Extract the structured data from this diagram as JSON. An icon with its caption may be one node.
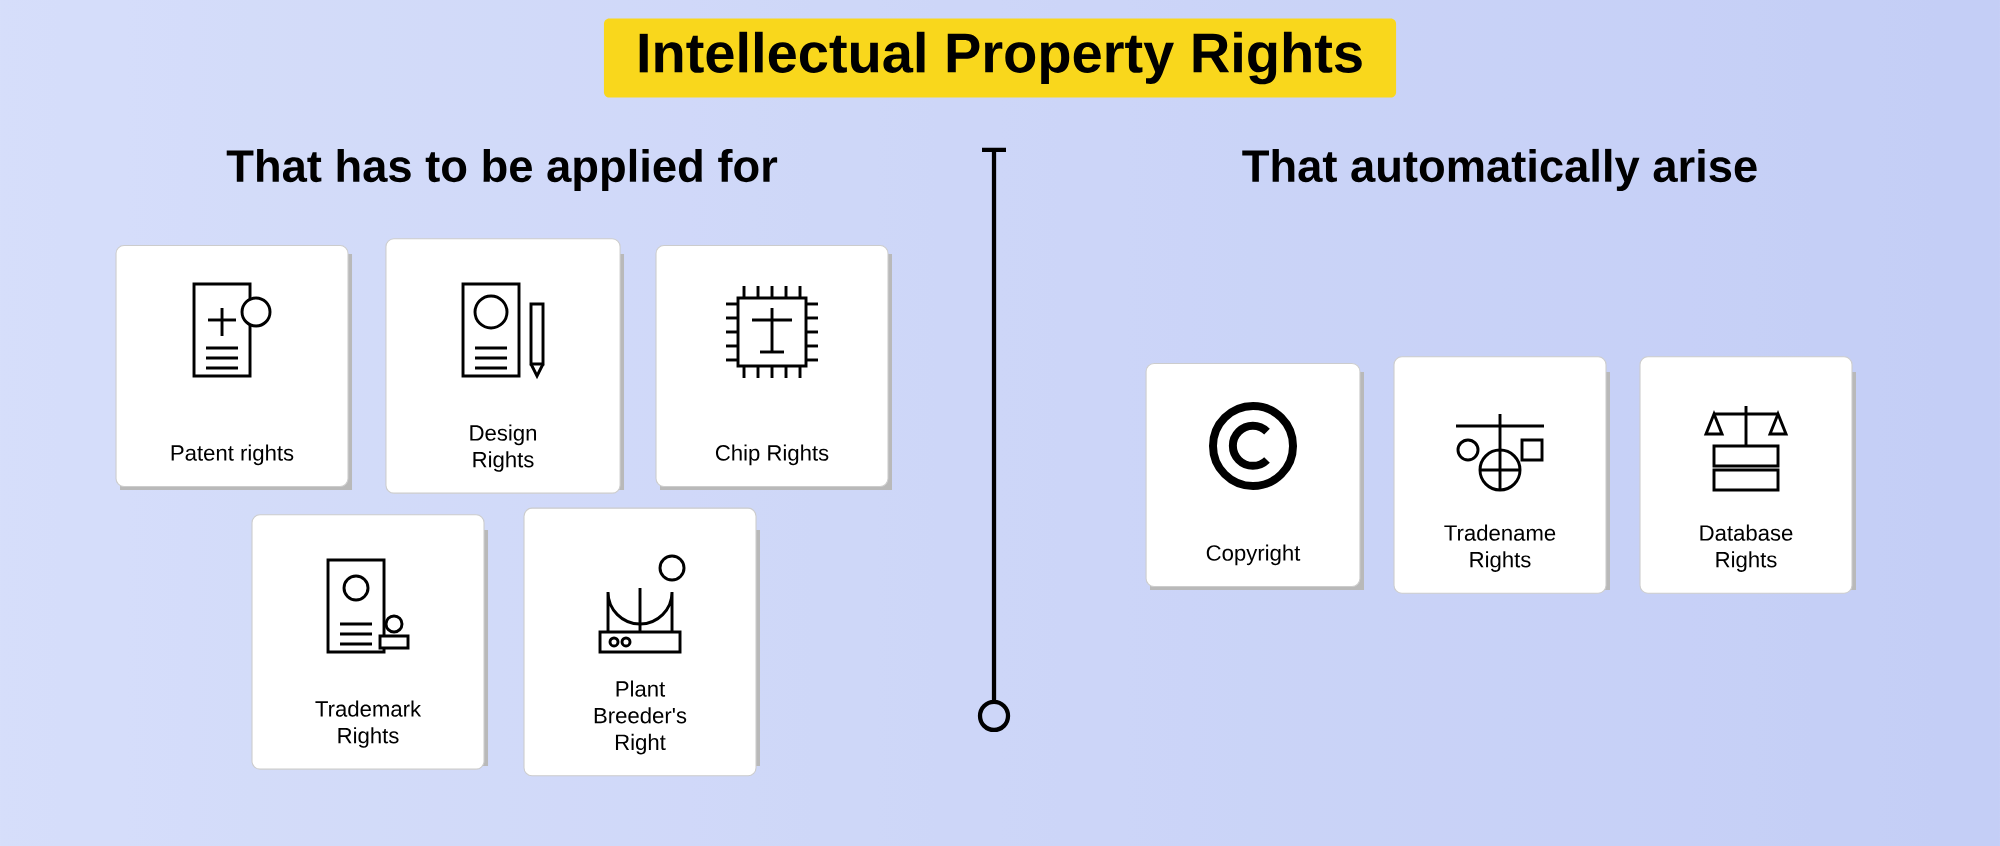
{
  "diagram": {
    "title": "Intellectual Property Rights",
    "nodes": [
      {
        "text": [
          "Patent rights"
        ]
      },
      {
        "text": [
          "Design Rights"
        ]
      },
      {
        "text": [
          "Chip Rights"
        ]
      },
      {
        "text": [
          "Trademark Rights"
        ]
      },
      {
        "text": [
          "Plant Breeder's Right"
        ]
      },
      {
        "text": [
          "Copyright"
        ]
      },
      {
        "text": [
          "Tradename Rights"
        ]
      },
      {
        "text": [
          "Database Rights"
        ]
      }
    ],
    "labels": [
      "That has to be applied for",
      "That automatically arise"
    ]
  }
}
